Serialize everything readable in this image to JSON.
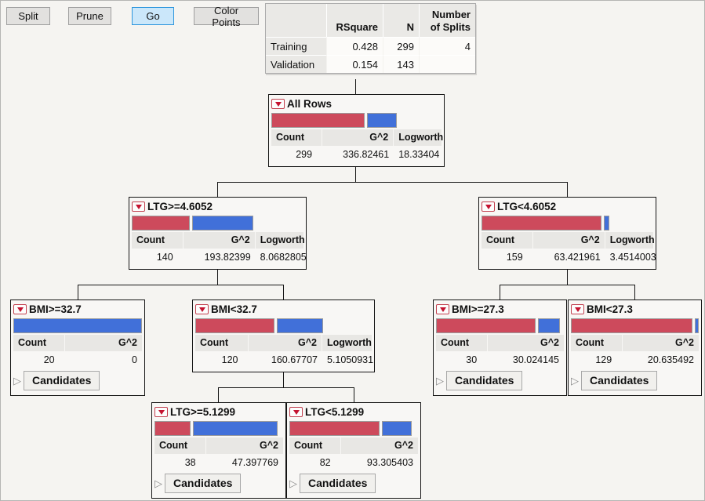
{
  "toolbar": {
    "split": "Split",
    "prune": "Prune",
    "go": "Go",
    "color_points": "Color Points"
  },
  "summary": {
    "columns": {
      "rsquare": "RSquare",
      "n": "N",
      "splits": "Number of Splits"
    },
    "rows": [
      {
        "label": "Training",
        "rsquare": "0.428",
        "n": "299",
        "splits": "4"
      },
      {
        "label": "Validation",
        "rsquare": "0.154",
        "n": "143",
        "splits": ""
      }
    ]
  },
  "labels": {
    "count": "Count",
    "g2": "G^2",
    "logworth": "Logworth",
    "candidates": "Candidates"
  },
  "colors": {
    "bar_red": "#cd4a5c",
    "bar_blue": "#4170d9",
    "go_button_bg": "#cbe7fa",
    "go_button_border": "#2d96dd"
  },
  "nodes": [
    {
      "title": "All Rows",
      "count": "299",
      "g2": "336.82461",
      "logworth": "18.33404",
      "red_pct": 55,
      "blue_pct": 17.5
    },
    {
      "title": "LTG>=4.6052",
      "count": "140",
      "g2": "193.82399",
      "logworth": "8.0682805",
      "red_pct": 34,
      "blue_pct": 35.5
    },
    {
      "title": "LTG<4.6052",
      "count": "159",
      "g2": "63.421961",
      "logworth": "3.4514003",
      "red_pct": 70,
      "blue_pct": 3
    },
    {
      "title": "BMI>=32.7",
      "count": "20",
      "g2": "0",
      "red_pct": 0,
      "blue_pct": 100
    },
    {
      "title": "BMI<32.7",
      "count": "120",
      "g2": "160.67707",
      "logworth": "5.1050931",
      "red_pct": 45,
      "blue_pct": 26
    },
    {
      "title": "BMI>=27.3",
      "count": "30",
      "g2": "30.024145",
      "red_pct": 78,
      "blue_pct": 17
    },
    {
      "title": "BMI<27.3",
      "count": "129",
      "g2": "20.635492",
      "red_pct": 95,
      "blue_pct": 3
    },
    {
      "title": "LTG>=5.1299",
      "count": "38",
      "g2": "47.397769",
      "red_pct": 28,
      "blue_pct": 66
    },
    {
      "title": "LTG<5.1299",
      "count": "82",
      "g2": "93.305403",
      "red_pct": 70,
      "blue_pct": 23
    }
  ]
}
